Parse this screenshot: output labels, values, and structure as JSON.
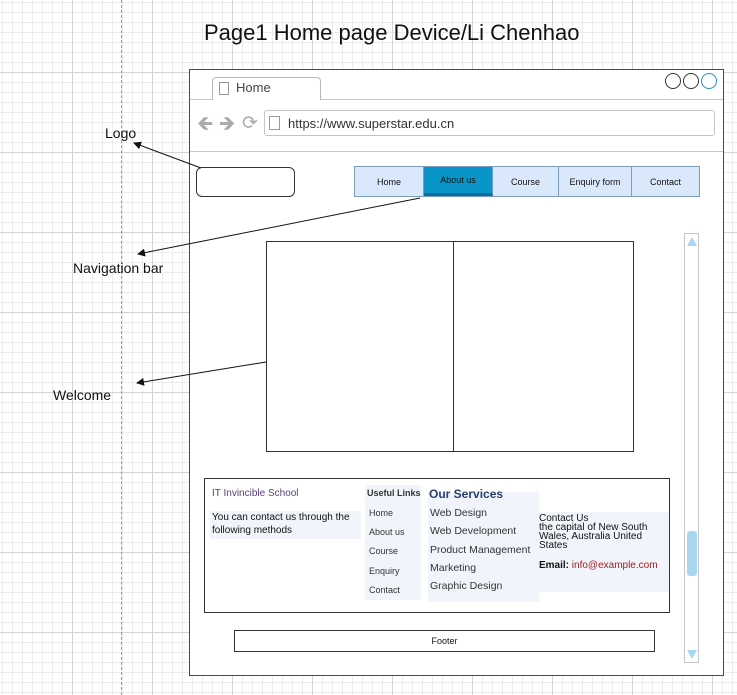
{
  "title": "Page1 Home page Device/Li Chenhao",
  "annotations": {
    "logo": "Logo",
    "navigation_bar": "Navigation bar",
    "welcome": "Welcome"
  },
  "browser": {
    "tab_label": "Home",
    "url": "https://www.superstar.edu.cn",
    "window_buttons": [
      "circle",
      "circle",
      "circle"
    ]
  },
  "nav": {
    "items": [
      {
        "label": "Home"
      },
      {
        "label": "About us"
      },
      {
        "label": "Course"
      },
      {
        "label": "Enquiry form"
      },
      {
        "label": "Contact"
      }
    ],
    "active_index": 1
  },
  "info": {
    "school_name": "IT Invincible School",
    "contact_note": "You can contact us through the following methods",
    "links_title": "Useful Links",
    "links": [
      "Home",
      "About us",
      "Course",
      "Enquiry",
      "Contact"
    ],
    "services_title": "Our Services",
    "services": [
      "Web Design",
      "Web Development",
      "Product Management",
      "Marketing",
      "Graphic Design"
    ],
    "contact_title": "Contact Us",
    "address": "the capital of New South Wales, Australia United States",
    "email_label": "Email:",
    "email": "info@example.com"
  },
  "footer": {
    "label": "Footer"
  },
  "colors": {
    "nav_bg": "#dae8fc",
    "nav_active": "#0a95c8",
    "scrollbar": "#a7d6ee",
    "school_name": "#5a3e78",
    "services_title": "#2b3f6b",
    "email": "#9c1c1c"
  },
  "icons": {
    "back": "back-arrow-icon",
    "forward": "forward-arrow-icon",
    "reload": "reload-icon",
    "page": "page-icon"
  }
}
